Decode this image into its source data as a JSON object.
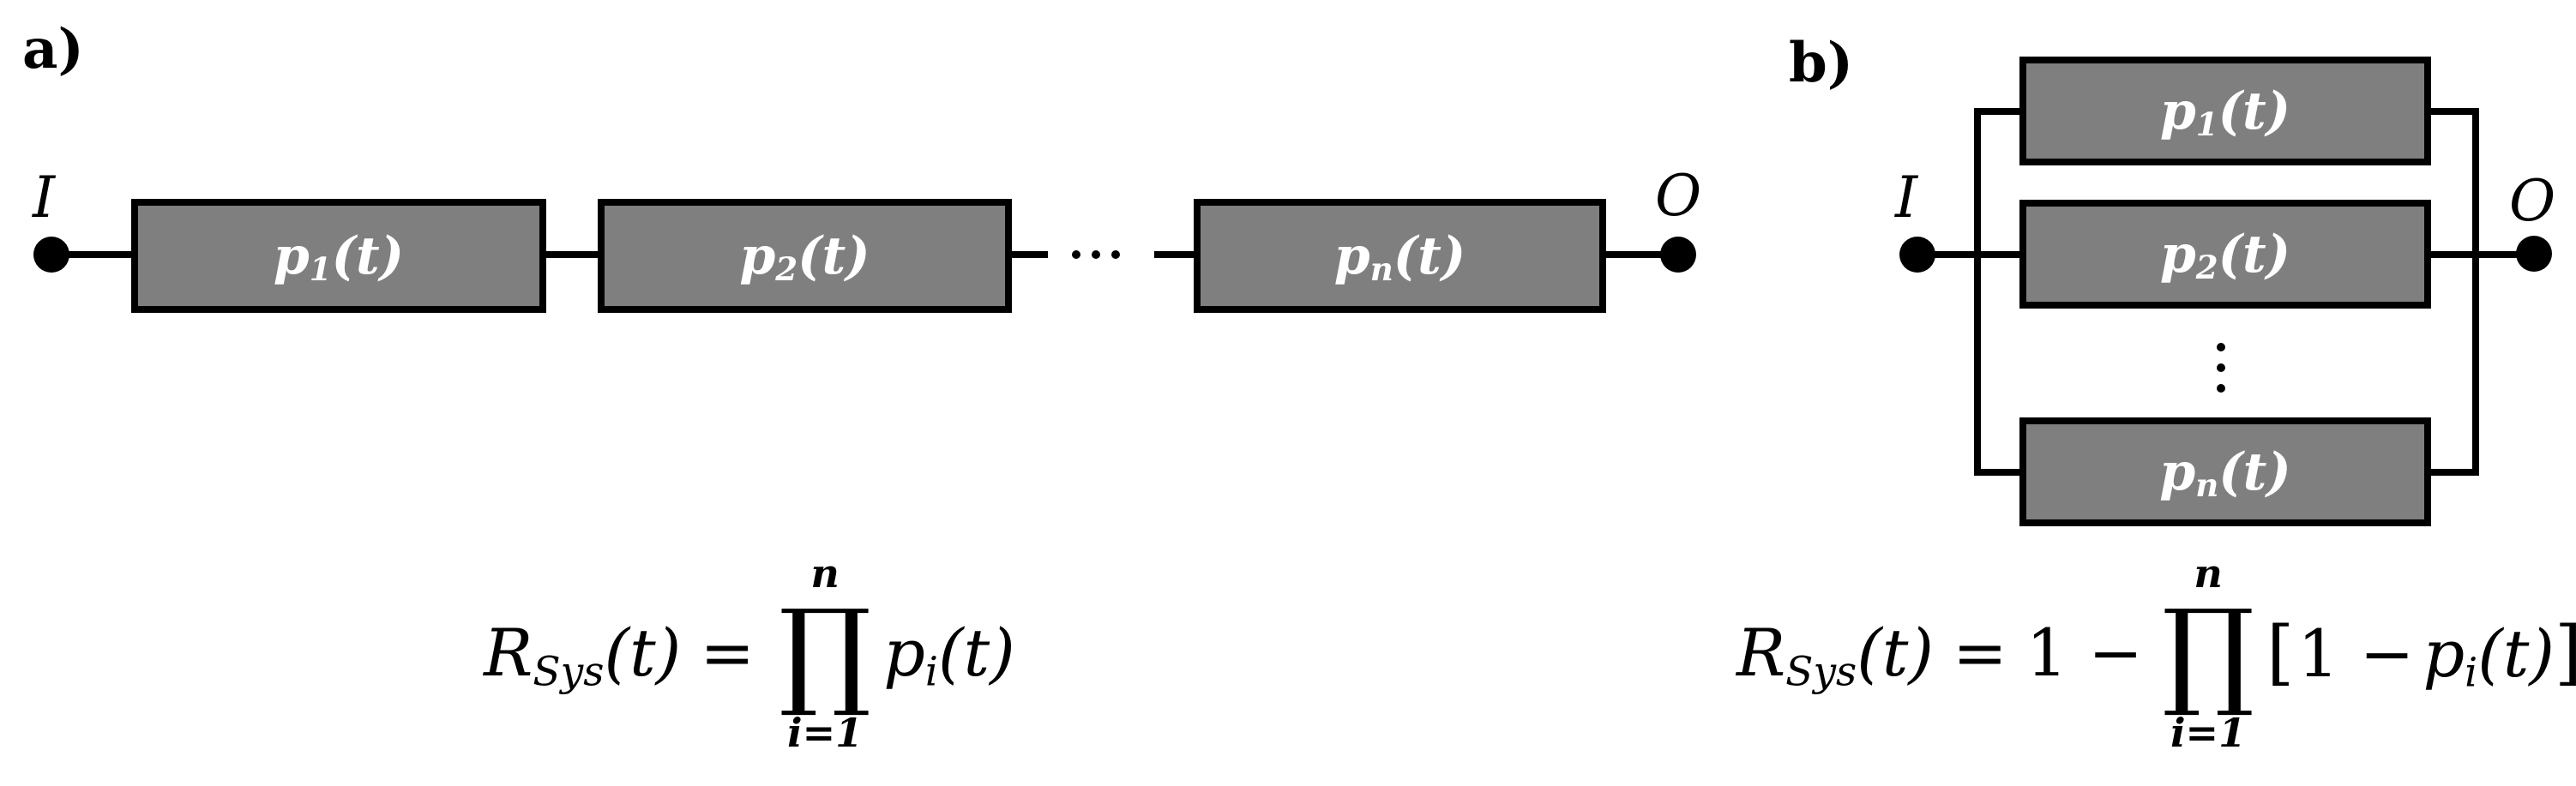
{
  "colors": {
    "background": "#FFFFFF",
    "box_fill": "#7F7F7F",
    "box_border": "#000000",
    "box_text": "#FFFFFF",
    "wire": "#000000",
    "text": "#000000"
  },
  "panel_a": {
    "label": "a)",
    "input_label": "I",
    "output_label": "O",
    "boxes": [
      {
        "base": "p",
        "sub": "1",
        "arg": "(t)"
      },
      {
        "base": "p",
        "sub": "2",
        "arg": "(t)"
      },
      {
        "base": "p",
        "sub": "n",
        "arg": "(t)"
      }
    ],
    "ellipsis": "⋯",
    "formula": {
      "lhs_base": "R",
      "lhs_sub": "Sys",
      "lhs_arg": "(t)",
      "equals": "=",
      "prod_upper": "n",
      "prod_symbol": "∏",
      "prod_lower": "i=1",
      "term_base": "p",
      "term_sub": "i",
      "term_arg": "(t)"
    }
  },
  "panel_b": {
    "label": "b)",
    "input_label": "I",
    "output_label": "O",
    "boxes": [
      {
        "base": "p",
        "sub": "1",
        "arg": "(t)"
      },
      {
        "base": "p",
        "sub": "2",
        "arg": "(t)"
      },
      {
        "base": "p",
        "sub": "n",
        "arg": "(t)"
      }
    ],
    "ellipsis": "⋮",
    "formula": {
      "lhs_base": "R",
      "lhs_sub": "Sys",
      "lhs_arg": "(t)",
      "equals": "=",
      "pre": "1 −",
      "prod_upper": "n",
      "prod_symbol": "∏",
      "prod_lower": "i=1",
      "bracket_open": "[",
      "inner_pre": "1 −",
      "term_base": "p",
      "term_sub": "i",
      "term_arg": "(t)",
      "bracket_close": "]"
    }
  }
}
